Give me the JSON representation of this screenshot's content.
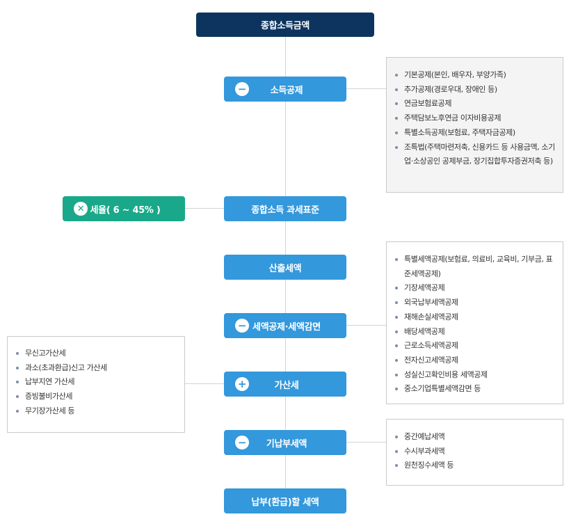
{
  "nodes": {
    "total_income": "종합소득금액",
    "income_deduction": "소득공제",
    "tax_base": "종합소득 과세표준",
    "calculated_tax": "산출세액",
    "tax_credit": "세액공제·세액감면",
    "additional_tax": "가산세",
    "prepaid_tax": "기납부세액",
    "payable_tax": "납부(환급)할 세액",
    "tax_rate": "세율( 6 ~ 45% )"
  },
  "symbols": {
    "minus": "−",
    "plus": "+",
    "times": "✕"
  },
  "panels": {
    "income_deduction": [
      "기본공제(본인, 배우자, 부양가족)",
      "추가공제(경로우대, 장애인 등)",
      "연금보험료공제",
      "주택담보노후연금 이자비용공제",
      "특별소득공제(보험료, 주택자금공제)",
      "조특법(주택마련저축, 신용카드 등 사용금액, 소기업·소상공인 공제부금, 장기집합투자증권저축 등)"
    ],
    "tax_credit": [
      "특별세액공제(보험료, 의료비, 교육비, 기부금, 표준세액공제)",
      "기장세액공제",
      "외국납부세액공제",
      "재해손실세액공제",
      "배당세액공제",
      "근로소득세액공제",
      "전자신고세액공제",
      "성실신고확인비용 세액공제",
      "중소기업특별세액감면 등"
    ],
    "additional_tax": [
      "무신고가산세",
      "과소(초과환급)신고 가산세",
      "납부지연 가산세",
      "증빙불비가산세",
      "무기장가산세 등"
    ],
    "prepaid_tax": [
      "중간예납세액",
      "수시부과세액",
      "원천징수세액 등"
    ]
  }
}
